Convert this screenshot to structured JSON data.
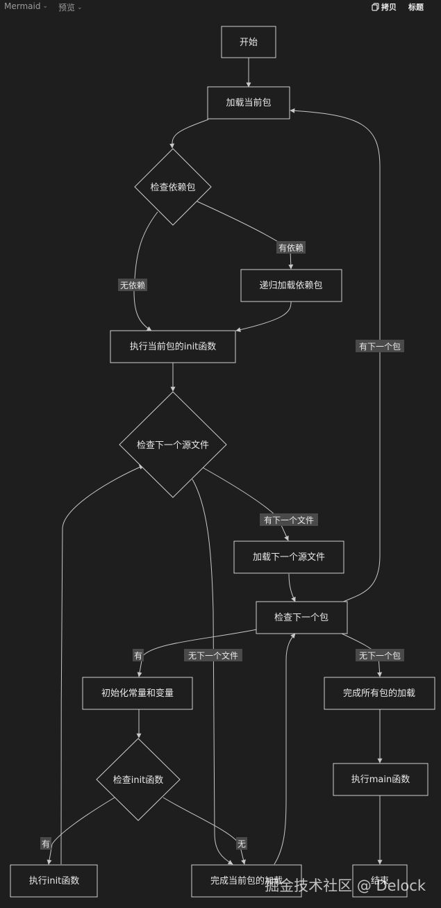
{
  "toolbar": {
    "language": "Mermaid",
    "view": "预览",
    "copy": "拷贝",
    "title": "标题"
  },
  "nodes": {
    "start": "开始",
    "load": "加载当前包",
    "check_deps": "检查依赖包",
    "recursive": "递归加载依赖包",
    "run_init": "执行当前包的init函数",
    "check_file": "检查下一个源文件",
    "load_file": "加载下一个源文件",
    "check_pkg": "检查下一个包",
    "init_const": "初始化常量和变量",
    "done_all": "完成所有包的加载",
    "check_init": "检查init函数",
    "exec_main": "执行main函数",
    "exec_init": "执行init函数",
    "done_cur": "完成当前包的加载",
    "end": "结束"
  },
  "labels": {
    "has_dep": "有依赖",
    "no_dep": "无依赖",
    "has_next_pkg": "有下一个包",
    "has_next_file": "有下一个文件",
    "no_next_file": "无下一个文件",
    "yes": "有",
    "no_next_pkg": "无下一个包",
    "yes2": "有",
    "no": "无"
  },
  "watermark": "掘金技术社区 @ Delock"
}
